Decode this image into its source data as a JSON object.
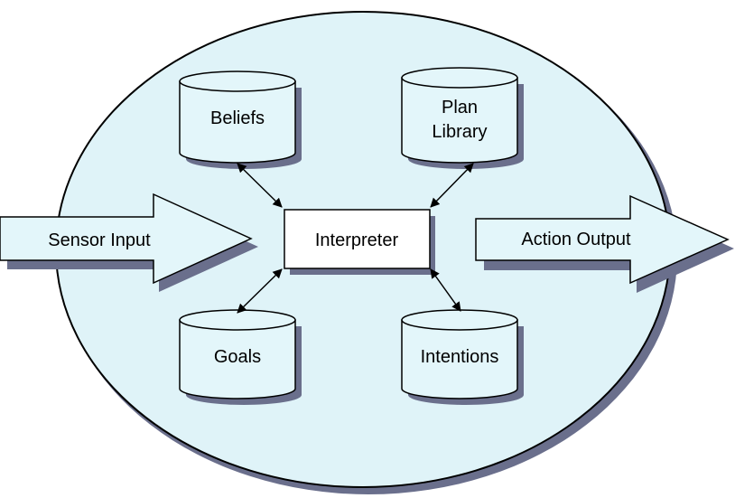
{
  "diagram": {
    "beliefs": "Beliefs",
    "plan_library_line1": "Plan",
    "plan_library_line2": "Library",
    "interpreter": "Interpreter",
    "goals": "Goals",
    "intentions": "Intentions",
    "sensor_input": "Sensor Input",
    "action_output": "Action Output"
  },
  "colors": {
    "ellipse_fill": "#dff3f8",
    "shape_fill": "#e3f6fa",
    "box_fill": "#ffffff",
    "shadow": "#6a6f8c",
    "stroke": "#000000"
  }
}
